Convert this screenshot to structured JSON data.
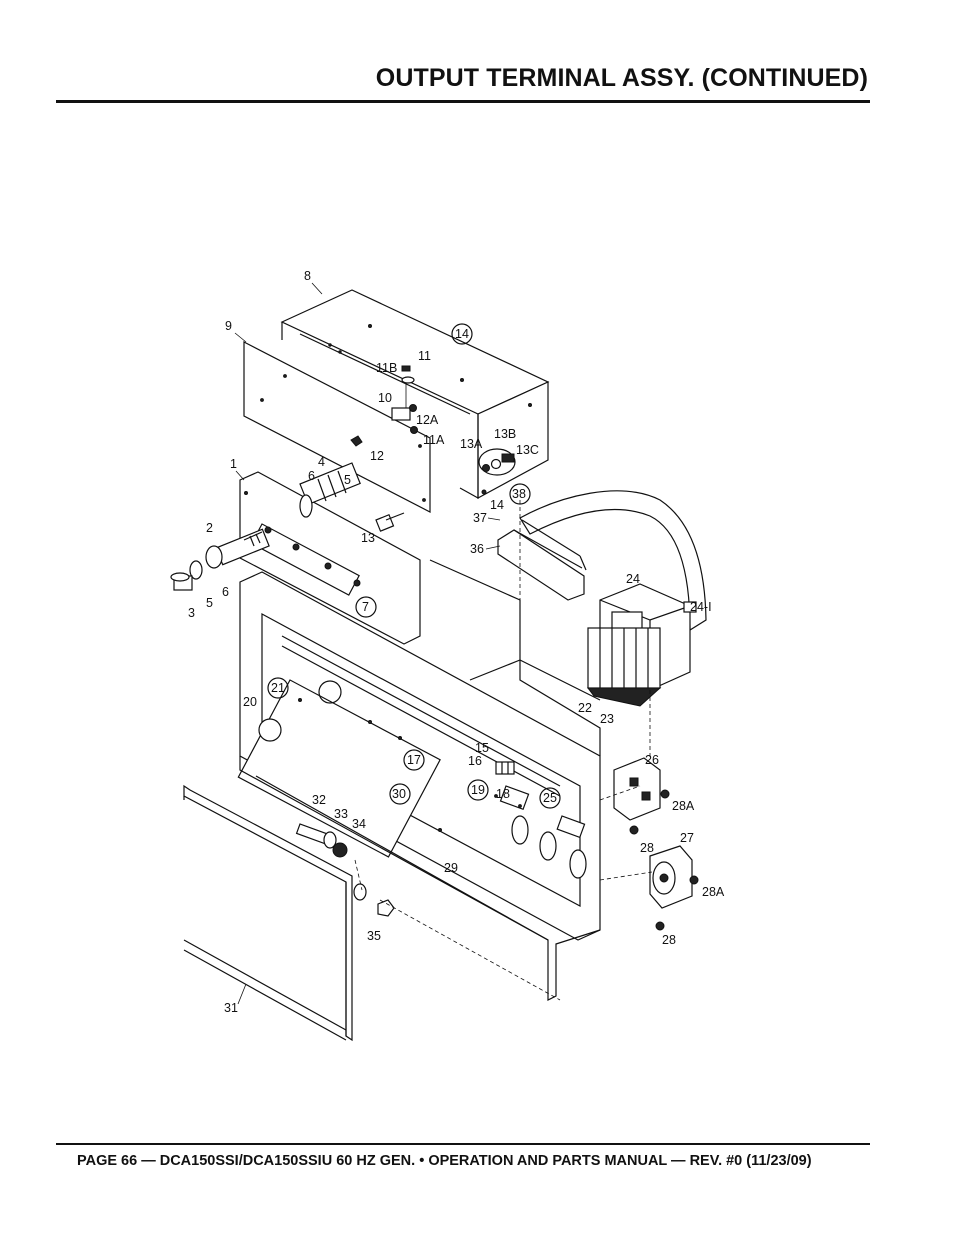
{
  "header": {
    "title": "OUTPUT TERMINAL ASSY. (CONTINUED)"
  },
  "footer": {
    "text": "PAGE 66 — DCA150SSI/DCA150SSIU 60 HZ GEN. • OPERATION AND PARTS MANUAL — REV. #0 (11/23/09)"
  },
  "diagram": {
    "labels": {
      "p1": "1",
      "p2": "2",
      "p3": "3",
      "p4": "4",
      "p5a": "5",
      "p5b": "5",
      "p6a": "6",
      "p6b": "6",
      "p7": "7",
      "p8": "8",
      "p9": "9",
      "p10": "10",
      "p11": "11",
      "p11a": "11A",
      "p11b": "11B",
      "p12": "12",
      "p12a": "12A",
      "p13": "13",
      "p13a": "13A",
      "p13b": "13B",
      "p13c": "13C",
      "p14a": "14",
      "p14b": "14",
      "p15": "15",
      "p16": "16",
      "p17": "17",
      "p18": "18",
      "p19": "19",
      "p20": "20",
      "p21": "21",
      "p22": "22",
      "p23": "23",
      "p24": "24",
      "p24i": "24-I",
      "p25": "25",
      "p26": "26",
      "p27": "27",
      "p28a": "28",
      "p28b": "28",
      "p28aa": "28A",
      "p28ab": "28A",
      "p29": "29",
      "p30": "30",
      "p31": "31",
      "p32": "32",
      "p33": "33",
      "p34": "34",
      "p35": "35",
      "p36": "36",
      "p37": "37",
      "p38": "38"
    }
  }
}
